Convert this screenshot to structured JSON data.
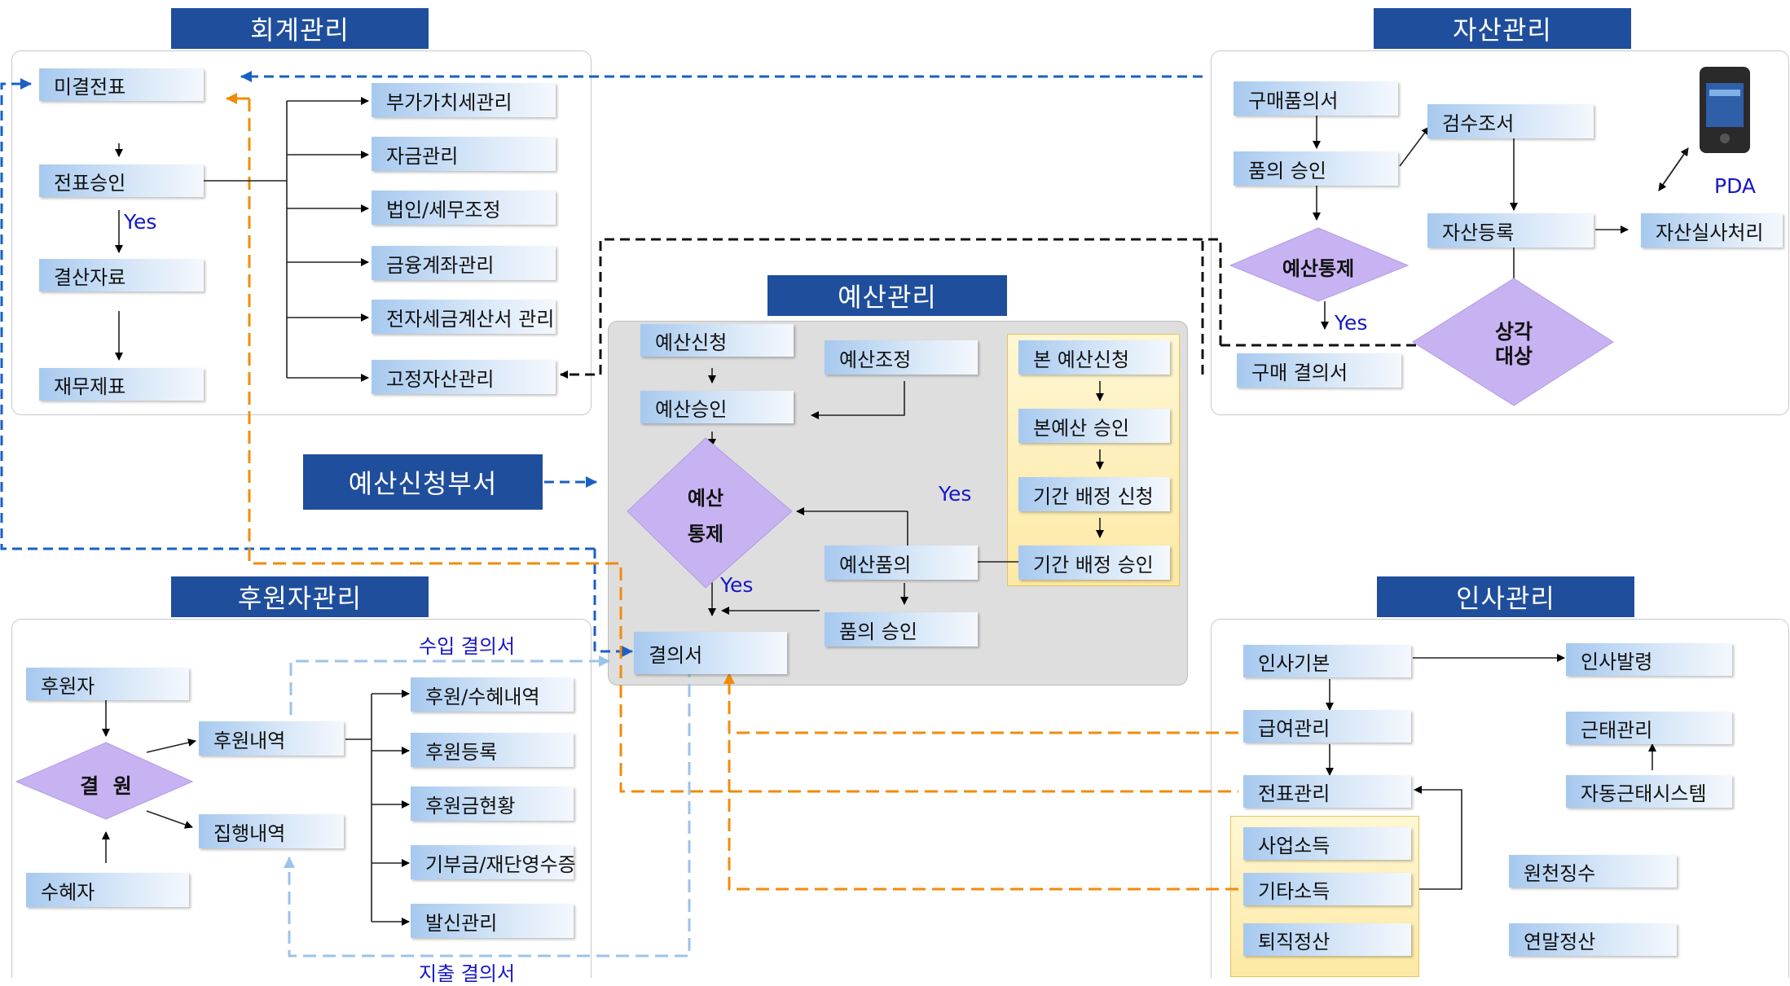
{
  "accounting": {
    "header": "회계관리",
    "unposted": "미결전표",
    "approval": "전표승인",
    "yes": "Yes",
    "closing": "결산자료",
    "financial": "재무제표",
    "vat": "부가가치세관리",
    "funds": "자금관리",
    "corp_tax": "법인/세무조정",
    "bank": "금융계좌관리",
    "etax": "전자세금계산서 관리",
    "fixed_asset": "고정자산관리"
  },
  "asset": {
    "header": "자산관리",
    "purchase_req": "구매품의서",
    "approval": "품의 승인",
    "budget_ctrl": "예산통제",
    "yes": "Yes",
    "purchase_decision": "구매 결의서",
    "inspection": "검수조서",
    "register": "자산등록",
    "depreciation_line1": "상각",
    "depreciation_line2": "대상",
    "audit": "자산실사처리",
    "pda": "PDA"
  },
  "budget": {
    "header": "예산관리",
    "request": "예산신청",
    "approve": "예산승인",
    "adjust": "예산조정",
    "ctrl_line1": "예산",
    "ctrl_line2": "통제",
    "yes_right": "Yes",
    "yes_down": "Yes",
    "item": "예산품의",
    "item_approval": "품의 승인",
    "resolution": "결의서",
    "main_request": "본 예산신청",
    "main_approval": "본예산 승인",
    "period_request": "기간 배정 신청",
    "period_approval": "기간 배정 승인"
  },
  "dept": {
    "label": "예산신청부서"
  },
  "sponsor": {
    "header": "후원자관리",
    "sponsor": "후원자",
    "decision": "결  원",
    "beneficiary": "수혜자",
    "history": "후원내역",
    "execution": "집행내역",
    "income_res": "수입 결의서",
    "expense_res": "지출 결의서",
    "items": [
      "후원/수혜내역",
      "후원등록",
      "후원금현황",
      "기부금/재단영수증",
      "발신관리"
    ]
  },
  "hr": {
    "header": "인사관리",
    "basic": "인사기본",
    "payroll": "급여관리",
    "voucher": "전표관리",
    "business_income": "사업소득",
    "other_income": "기타소득",
    "retirement": "퇴직정산",
    "appointment": "인사발령",
    "attendance": "근태관리",
    "auto_attendance": "자동근태시스템",
    "withholding": "원천징수",
    "year_end": "연말정산"
  },
  "colors": {
    "header_bg": "#1f4e9c",
    "blue_dash": "#1a5fc4",
    "orange_dash": "#f08c0a",
    "lightblue_dash": "#9cc3ea",
    "diamond": "#c7b3f2"
  }
}
